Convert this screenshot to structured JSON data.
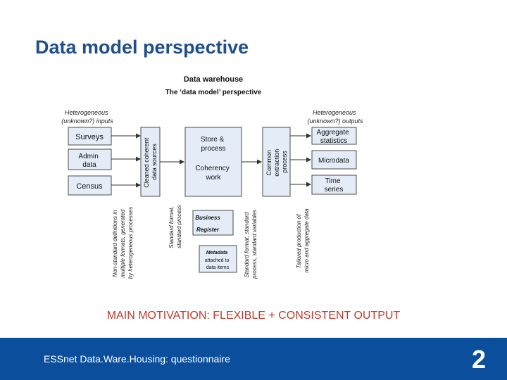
{
  "slide": {
    "title": "Data model perspective",
    "caption": "MAIN MOTIVATION: FLEXIBLE + CONSISTENT OUTPUT",
    "footer": "ESSnet Data.Ware.Housing: questionnaire",
    "page_number": "2"
  },
  "diagram": {
    "heading": "Data warehouse",
    "subheading": "The ‘data model’ perspective",
    "inputs_label": [
      "Heterogeneous",
      "(unknown?) inputs"
    ],
    "outputs_label": [
      "Heterogeneous",
      "(unknown?) outputs"
    ],
    "inputs": [
      [
        "Surveys"
      ],
      [
        "Admin",
        "data"
      ],
      [
        "Census"
      ]
    ],
    "cleaned": [
      "Cleaned coherent",
      "data sources"
    ],
    "store": [
      "Store &",
      "process"
    ],
    "coherency": [
      "Coherency",
      "work"
    ],
    "extraction": [
      "Common",
      "extraction",
      "process"
    ],
    "outputs": [
      [
        "Aggregate",
        "statistics"
      ],
      [
        "Microdata"
      ],
      [
        "Time",
        "series"
      ]
    ],
    "business": "Business",
    "register": "Register",
    "metadata": [
      "Metadata",
      "attached to",
      "data items"
    ],
    "annotations": {
      "nonstandard": [
        "Non-standard definitions in",
        "multiple formats, generated",
        "by heterogeneous processes"
      ],
      "standard_format": [
        "Standard format,",
        "standard process"
      ],
      "standard_variables": [
        "Standard format, standard",
        "process, standard variables"
      ],
      "tailored": [
        "Tailored production of",
        "micro and aggregate data"
      ]
    }
  }
}
